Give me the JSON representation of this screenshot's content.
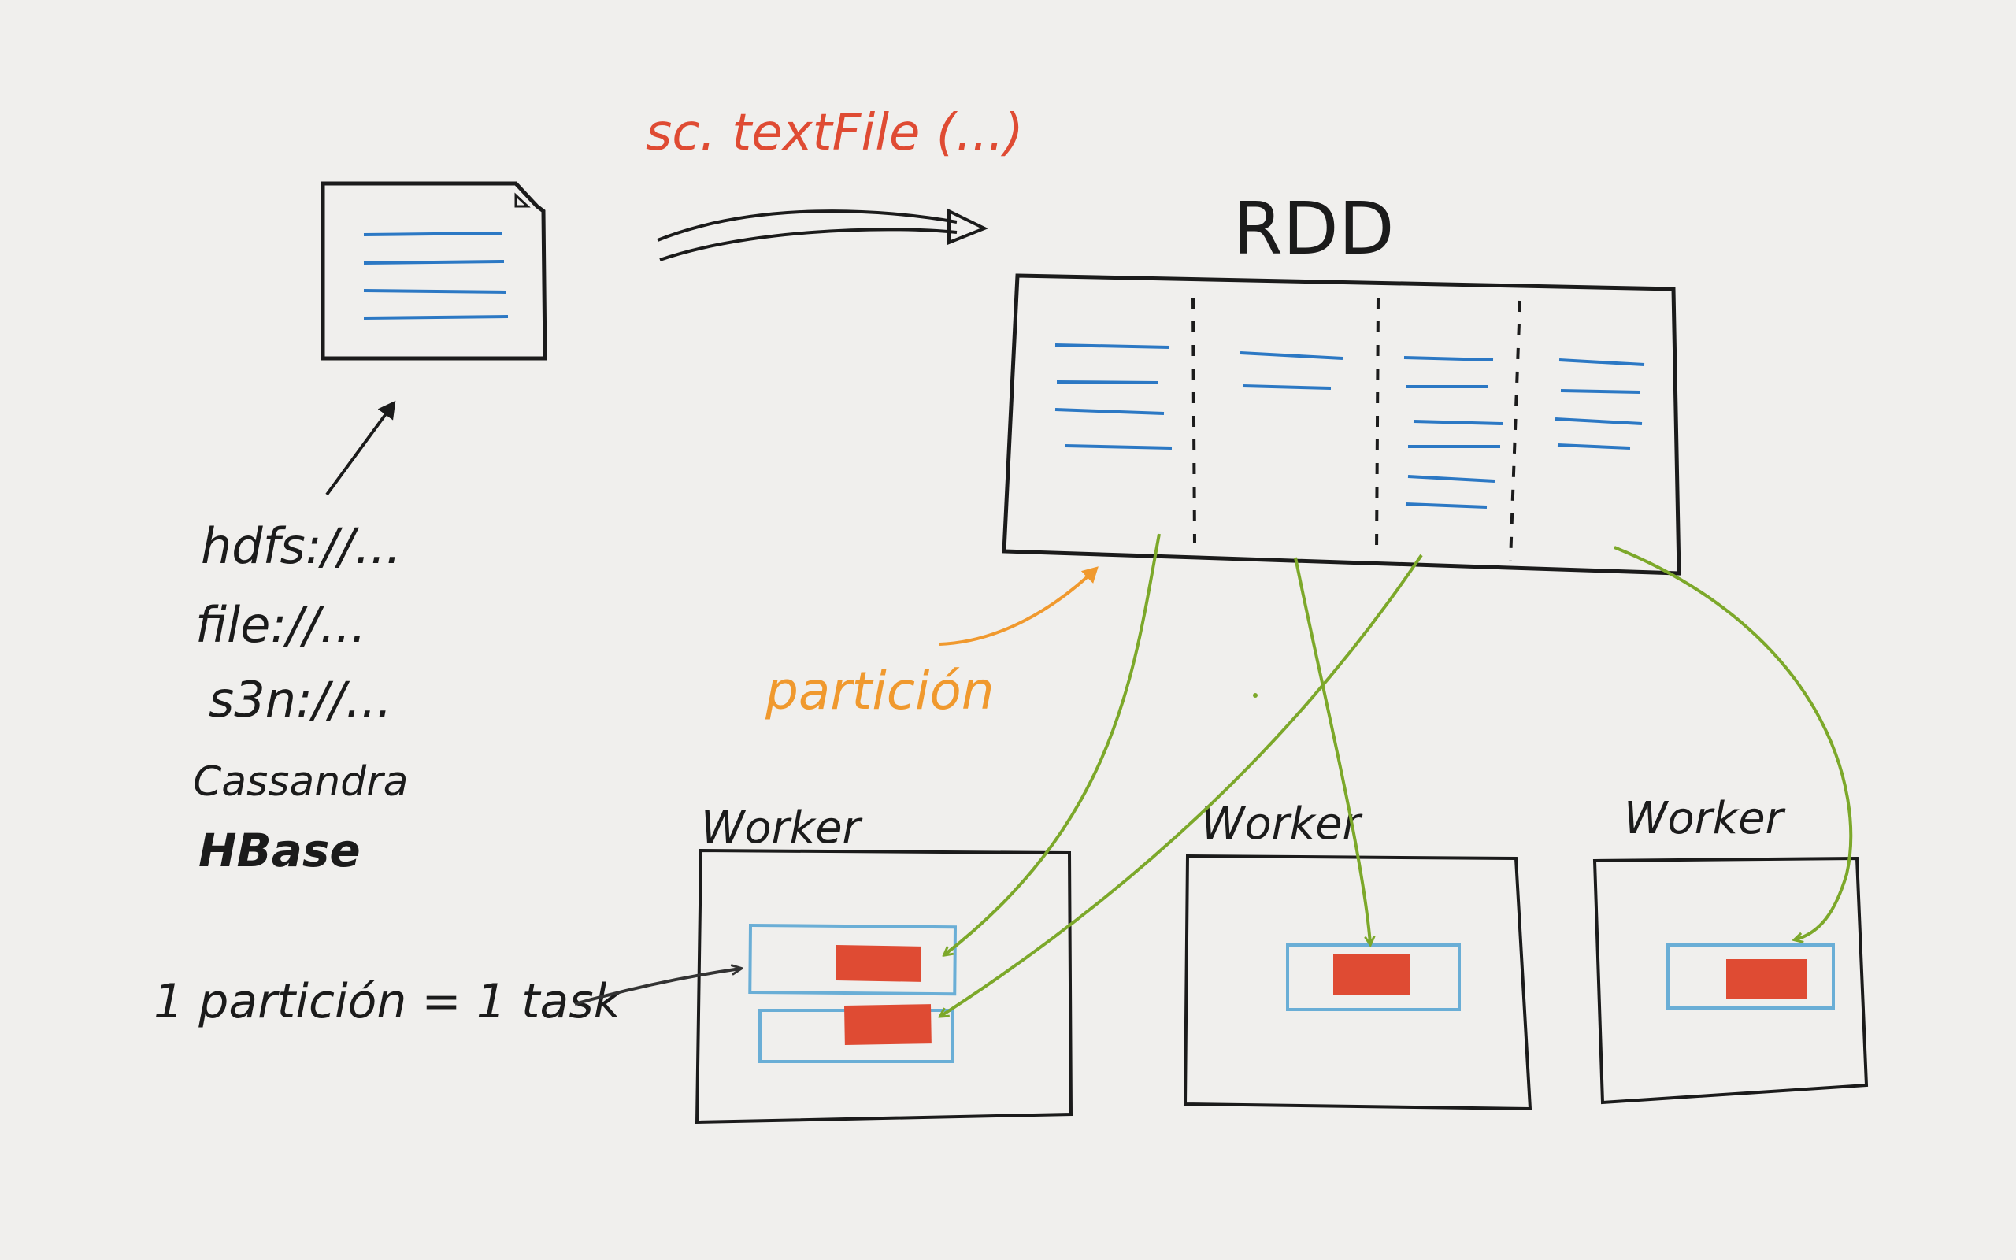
{
  "diagram": {
    "command": "sc. textFile (...)",
    "rdd_label": "RDD",
    "partition_label": "partición",
    "rule": "1 partición = 1 task",
    "sources": [
      "hdfs://...",
      "file://...",
      "s3n://...",
      "Cassandra",
      "HBase"
    ],
    "workers": [
      {
        "label": "Worker",
        "tasks": 2
      },
      {
        "label": "Worker",
        "tasks": 1
      },
      {
        "label": "Worker",
        "tasks": 1
      }
    ],
    "rdd_partition_line_counts": [
      4,
      2,
      6,
      4
    ]
  },
  "colors": {
    "background": "#f0efed",
    "ink": "#1b1b1b",
    "red": "#df4b33",
    "blue_line": "#2c78c4",
    "task_frame": "#6aaed6",
    "green": "#7ca82a",
    "orange": "#f0992e",
    "dark_arrow": "#333333"
  }
}
